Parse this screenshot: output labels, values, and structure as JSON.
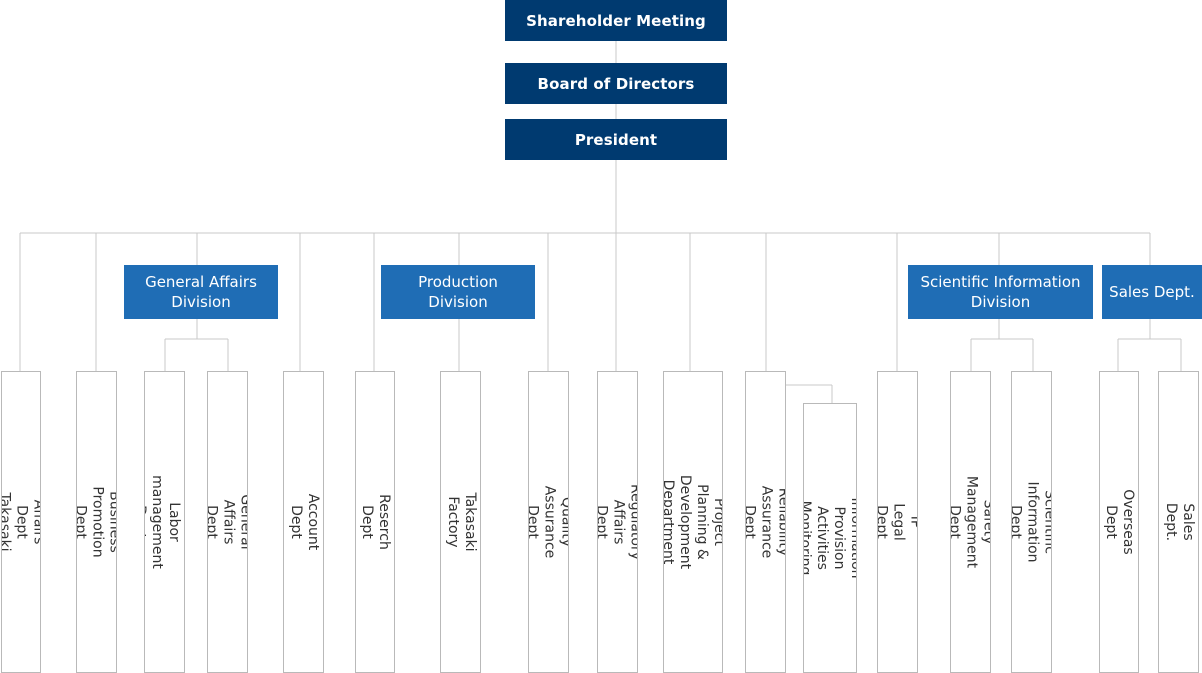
{
  "top": {
    "shareholder": "Shareholder Meeting",
    "board": "Board of Directors",
    "president": "President"
  },
  "divisions": {
    "general_affairs": "General Affairs\nDivision",
    "production": "Production\nDivision",
    "scientific_information": "Scientific Information\nDivision",
    "sales": "Sales Dept."
  },
  "departments": {
    "ga_takasaki": "General Affairs Dept Takasaki Factory",
    "business_promotion": "Business Promotion Dept",
    "personnel_labor": "Personnel & Labor management Dept",
    "general_affairs_dept": "General Affairs Dept",
    "account": "Account Dept",
    "reserch": "Reserch Dept",
    "takasaki_factory": "Takasaki Factory",
    "quality_assurance": "Quality Assurance Dept",
    "regulatory_affairs": "Regulatory Affairs Dept",
    "project_planning": "Project Planning & Development\nDepartment",
    "reliability_assurance": "Reliability Assurance Dept",
    "marketing_info": "Marketing Information Provision\nActivities Monitoring Office",
    "ip_legal": "IP Legal Dept",
    "safety_management": "Safety Management Dept",
    "scientific_information_dept": "Scientific Information Dept",
    "overseas": "Overseas Dept",
    "sales_dept": "Sales Dept."
  },
  "colors": {
    "top_fill": "#003a70",
    "division_fill": "#1f6db5",
    "line": "#c8c8c8",
    "dept_border": "#b9b9b9"
  }
}
